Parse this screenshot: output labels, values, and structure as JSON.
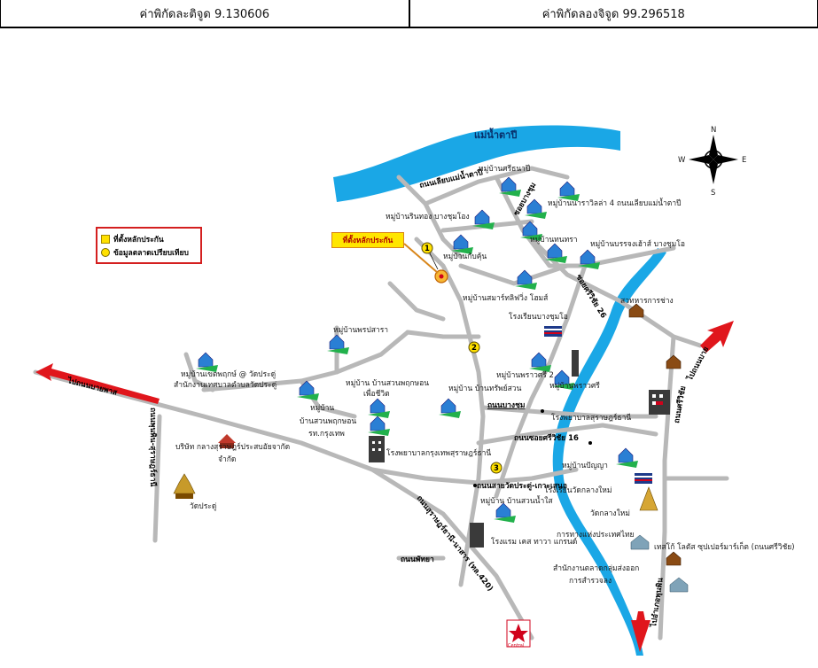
{
  "coords": {
    "lat": "ค่าพิกัดละติจูด 9.130606",
    "lon": "ค่าพิกัดลองจิจูด 99.296518"
  },
  "legend": {
    "asset": "ที่ตั้งหลักประกัน",
    "market": "ข้อมูลตลาดเปรียบเทียบ"
  },
  "callout": "ที่ตั้งหลักประกัน",
  "compass": {
    "n": "N",
    "s": "S",
    "e": "E",
    "w": "W"
  },
  "markers": [
    "1",
    "2",
    "3"
  ],
  "labels": {
    "river": "แม่น้ำตาปี",
    "road_liab": "ถนนเลียบแม่น้ำตาปี",
    "mb_sri_thap": "หมู่บ้านศรีธนาปี",
    "mb_varee": "หมู่บ้านนาราวิลล่า 4 ถนนเลียบแม่น้ำตาปี",
    "mb_rin": "หมู่บ้านรินทอง บางชุมโอง",
    "soi_bangchum": "ซอยบางชุม",
    "mb_tamnak": "หมู่บ้านทนทรา",
    "mb_boon": "หมู่บ้านบรรจงเฮ้าส์ บางชุมโอ",
    "mb_kiet": "หมู่บ้านกับคุ้น",
    "mb_smart": "หมู่บ้านสมาร์ทลิฟวิ่ง โฮมส์",
    "soi_sri2": "ซอยศรีวิชัย 26",
    "police": "สวทหารการช่าง",
    "school_bc": "โรงเรียนบางชุมโอ",
    "mb_prasat": "หมู่บ้านพรปสารา",
    "mb_varasri2": "หมู่บ้านพราวศรี 2",
    "mb_varasri": "หมู่บ้านพราวศรี",
    "mb_chat": "หมู่บ้านเขตพฤกษ์ @ วัดประดู่",
    "office_pradu": "สำนักงานเทศบาลตำบลวัดประดู่",
    "mb_suan1": "หมู่บ้าน บ้านสวนพฤกษอน",
    "mb_suan1b": "เพื่อชีวิต",
    "mb_village": "หมู่บ้าน",
    "mb_suan2": "บ้านสวนพฤกษอน",
    "mb_krung": "รท.กรุงเทพ",
    "mb_klang": "หมู่บ้าน บ้านทรัพย์สวน",
    "road_bangchum": "ถนนบางชุม",
    "hospital_surat": "โรงพยาบาลสุราษฎร์ธานี",
    "road_sriwichai16": "ถนนซอยศรีวิชัย 16",
    "hospital_krung": "โรงพยาบาลกรุงเทพสุราษฎร์ธานี",
    "mb_pannya": "หมู่บ้านปัญญา",
    "school_wat": "โรงเรียนวัดกลางใหม่",
    "road_wat": "ถนนสายวัดประดู่-เกาะเสนอ",
    "mb_suannam": "หมู่บ้าน บ้านสวนน้ำใส",
    "wat_mai": "วัดกลางใหม่",
    "ptt": "การทางแห่งประเทศไทย",
    "tesco": "เทสโก้ โลตัส ซุปเปอร์มาร์เก็ต (ถนนศรีวิชัย)",
    "hotel": "โรงแรม เคส ทาวา แกรนด์",
    "office_ops": "สำนักงานตลาดกลุ่มส่งออก",
    "office_ops2": "การสำรวจลง",
    "road_thongpan": "ถนนพัทยา",
    "company": "บริษัท กลางสุราษฎร์ประสบอัยจากัด",
    "company2": "จำกัด",
    "wat_pradu": "วัดประดู่",
    "to_tha_chana": "ไปถนนบายพาส",
    "road_ring": "ถนนสุราษฎร์ธานี-นาสาร (ทล.420)",
    "road_sriwichai": "ถนนศรีวิชัย",
    "to_phunphin": "ไปอำเภอพุนพิน",
    "to_khian": "ไปถนนบาย",
    "to_down": "ไปถนนศรีวิชัย",
    "vertical_left": "ถนนพุนพิน-สุราษฎร์ธานี",
    "central": "Central"
  }
}
